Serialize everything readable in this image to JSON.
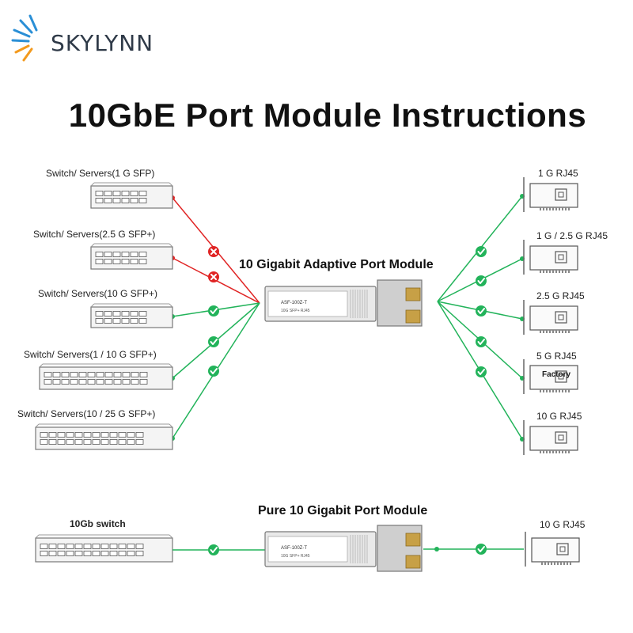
{
  "brand": {
    "name": "SKYLYNN"
  },
  "title": "10GbE Port Module Instructions",
  "adaptive": {
    "heading": "10 Gigabit Adaptive Port Module",
    "module_text": [
      "ASF-100Z-T",
      "10G SFP+ RJ45"
    ],
    "left": [
      {
        "label": "Switch/ Servers(1 G  SFP)",
        "status": "incompatible"
      },
      {
        "label": "Switch/ Servers(2.5 G  SFP+)",
        "status": "incompatible"
      },
      {
        "label": "Switch/ Servers(10 G  SFP+)",
        "status": "compatible"
      },
      {
        "label": "Switch/ Servers(1 / 10 G  SFP+)",
        "status": "compatible"
      },
      {
        "label": "Switch/ Servers(10 / 25 G  SFP+)",
        "status": "compatible"
      }
    ],
    "right": [
      {
        "label": "1 G RJ45",
        "status": "compatible"
      },
      {
        "label": "1 G / 2.5 G RJ45",
        "status": "compatible"
      },
      {
        "label": "2.5 G RJ45",
        "status": "compatible"
      },
      {
        "label": "5 G RJ45",
        "status": "compatible",
        "card_text": "Factory"
      },
      {
        "label": "10 G RJ45",
        "status": "compatible"
      }
    ]
  },
  "pure": {
    "heading": "Pure 10 Gigabit Port Module",
    "left_label": "10Gb switch",
    "right_label": "10 G RJ45"
  },
  "colors": {
    "compatible": "#22b35a",
    "incompatible": "#e02424",
    "accent_logo": "#2a8fd6"
  }
}
